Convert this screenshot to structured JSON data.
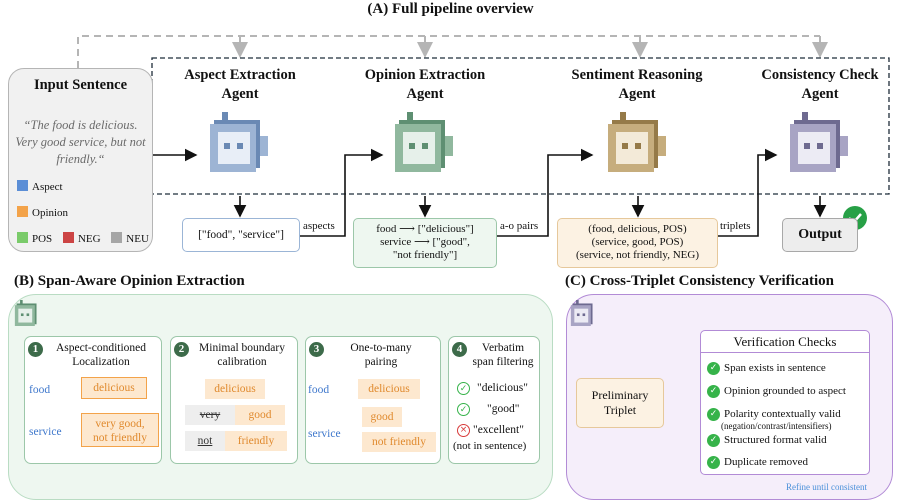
{
  "title_a": "(A) Full pipeline overview",
  "title_b": "(B) Span-Aware Opinion Extraction",
  "title_c": "(C) Cross-Triplet Consistency Verification",
  "input": {
    "title": "Input Sentence",
    "sentence": "“The food is delicious. Very good service, but not friendly.“",
    "legend": [
      "Aspect",
      "Opinion",
      "POS",
      "NEG",
      "NEU"
    ]
  },
  "colors": {
    "aspect": "#5b8ed6",
    "opinion": "#f3a34a",
    "pos": "#7acb6a",
    "neg": "#cc4444",
    "neu": "#a6a6a6"
  },
  "agents": [
    {
      "line1": "Aspect Extraction",
      "line2": "Agent",
      "color": "#6a89b4"
    },
    {
      "line1": "Opinion Extraction",
      "line2": "Agent",
      "color": "#5e8f72"
    },
    {
      "line1": "Sentiment Reasoning",
      "line2": "Agent",
      "color": "#957a48"
    },
    {
      "line1": "Consistency Check",
      "line2": "Agent",
      "color": "#807a9c"
    }
  ],
  "outputs": {
    "aspects": "[\"food\", \"service\"]",
    "opinion_l1": "food ⟶ [\"delicious\"]",
    "opinion_l2": "service ⟶ [\"good\",",
    "opinion_l3": "\"not friendly\"]",
    "triplet_l1": "(food, delicious, POS)",
    "triplet_l2": "(service, good, POS)",
    "triplet_l3": "(service, not friendly, NEG)",
    "final": "Output"
  },
  "edge_labels": {
    "aspects": "aspects",
    "pairs": "a-o pairs",
    "triplets": "triplets"
  },
  "panel_b": {
    "s1": {
      "num": "1",
      "title1": "Aspect-conditioned",
      "title2": "Localization",
      "aspect1": "food",
      "op1": "delicious",
      "aspect2": "service",
      "op2a": "very good,",
      "op2b": "not friendly"
    },
    "s2": {
      "num": "2",
      "title1": "Minimal boundary",
      "title2": "calibration",
      "w1": "delicious",
      "w2": "very",
      "w3": "good",
      "w4": "not",
      "w5": "friendly"
    },
    "s3": {
      "num": "3",
      "title1": "One-to-many",
      "title2": "pairing",
      "aspect1": "food",
      "op1": "delicious",
      "aspect2": "service",
      "op2": "good",
      "op3": "not friendly"
    },
    "s4": {
      "num": "4",
      "title1": "Verbatim",
      "title2": "span filtering",
      "c1": "\"delicious\"",
      "c2": "\"good\"",
      "c3": "\"excellent\"",
      "c3note": "(not in sentence)"
    }
  },
  "panel_c": {
    "preliminary1": "Preliminary",
    "preliminary2": "Triplet",
    "checks_title": "Verification Checks",
    "checks": [
      "Span exists in sentence",
      "Opinion grounded to aspect",
      "Polarity contextually valid",
      "(negation/contrast/intensifiers)",
      "Structured format valid",
      "Duplicate removed"
    ],
    "refine": "Refine until consistent"
  }
}
